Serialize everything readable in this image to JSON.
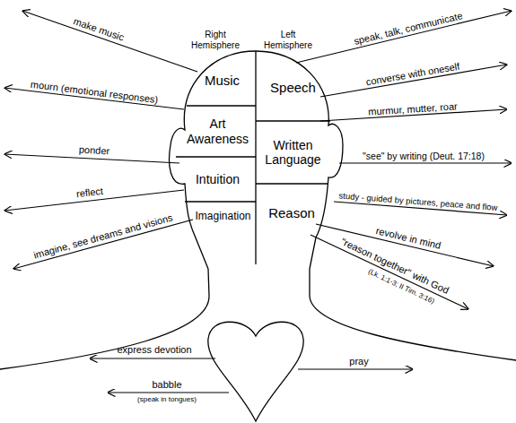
{
  "diagram": {
    "nodes": [
      {
        "text": [
          "Right Hemisphere",
          "Left Hemisphere"
        ]
      },
      {
        "text": [
          "Music"
        ],
        "in": 0
      },
      {
        "text": [
          "Speech"
        ],
        "in": 0
      },
      {
        "text": [
          "Art Awareness"
        ],
        "in": 0
      },
      {
        "text": [
          "Written Language"
        ],
        "in": 0
      },
      {
        "text": [
          "Intuition"
        ],
        "in": 0
      },
      {
        "text": [
          "Reason"
        ],
        "in": 0
      },
      {
        "text": [
          "Imagination"
        ],
        "in": 0
      }
    ],
    "labels": [
      "make music",
      "mourn (emotional responses)",
      "ponder",
      "reflect",
      "imagine, see dreams and visions",
      "speak, talk, communicate",
      "converse with oneself",
      "murmur, mutter, roar",
      "\"see\" by writing (Deut. 17:18)",
      "study - guided by pictures, peace and flow",
      "revolve in mind",
      "\"reason together\" with God",
      "(Lk. 1:1-3; II Tim. 3:16)",
      "express devotion",
      "babble",
      "(speak in tongues)",
      "pray"
    ]
  }
}
